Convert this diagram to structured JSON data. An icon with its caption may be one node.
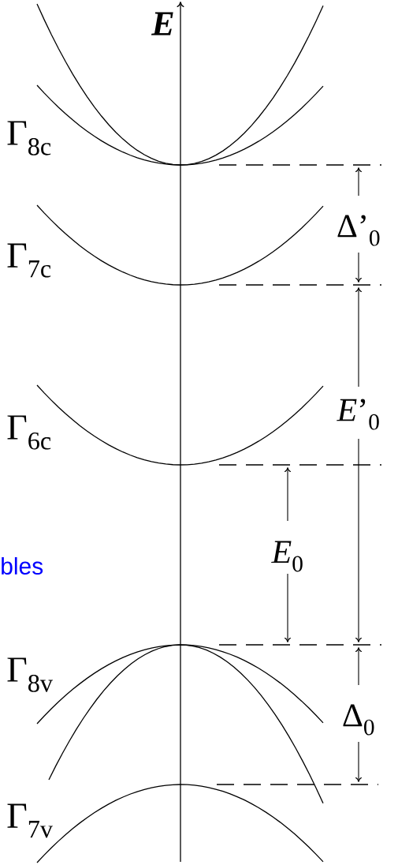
{
  "diagram": {
    "labels": [
      "E",
      "Γ$_{8c}$",
      "Δ’$_{0}$",
      "Γ$_{7c}$",
      "Γ$_{6c}$",
      "*E*’$_{0}$",
      "*E*$_{0}$",
      "bles",
      "Γ$_{8v}$",
      "Δ$_{0}$",
      "Γ$_{7v}$"
    ]
  }
}
